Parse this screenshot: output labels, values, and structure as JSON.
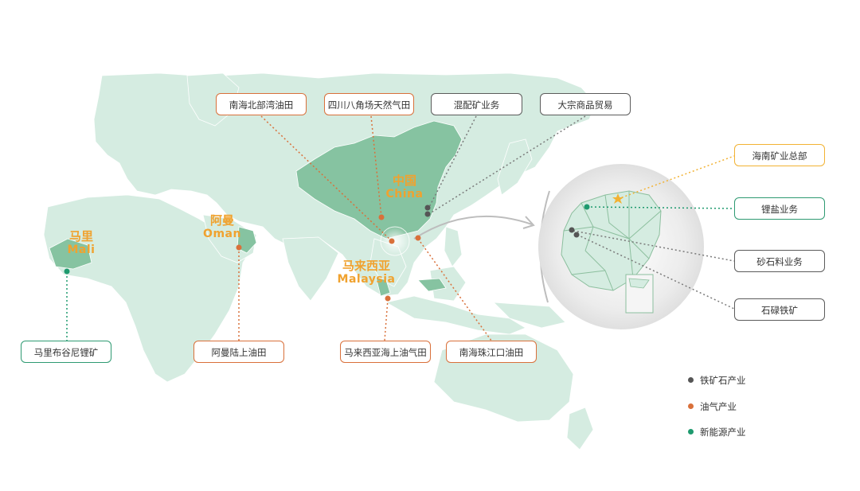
{
  "colors": {
    "iron": "#555555",
    "oil": "#d9703a",
    "new_energy": "#1e9a6e",
    "accent": "#f0a22f",
    "land": "#d5ece1",
    "highlight_land": "#86c3a1"
  },
  "countries": {
    "china": {
      "zh": "中国",
      "en": "China"
    },
    "oman": {
      "zh": "阿曼",
      "en": "Oman"
    },
    "mali": {
      "zh": "马里",
      "en": "Mali"
    },
    "malaysia": {
      "zh": "马来西亚",
      "en": "Malaysia"
    }
  },
  "labels": {
    "nanhai_north_bay": "南海北部湾油田",
    "sichuan_bajiao": "四川八角场天然气田",
    "blending_ore": "混配矿业务",
    "commodity_trade": "大宗商品贸易",
    "hainan_hq": "海南矿业总部",
    "lithium_salt": "锂盐业务",
    "gravel": "砂石料业务",
    "shilu_iron": "石碌铁矿",
    "mali_goulamina": "马里布谷尼锂矿",
    "oman_onshore": "阿曼陆上油田",
    "malaysia_offshore": "马来西亚海上油气田",
    "pearl_river_mouth": "南海珠江口油田"
  },
  "legend": [
    {
      "label": "铁矿石产业",
      "icon": "dark-dot",
      "color": "#555555"
    },
    {
      "label": "油气产业",
      "icon": "orange-dot",
      "color": "#d9703a"
    },
    {
      "label": "新能源产业",
      "icon": "green-dot",
      "color": "#1e9a6e"
    }
  ]
}
